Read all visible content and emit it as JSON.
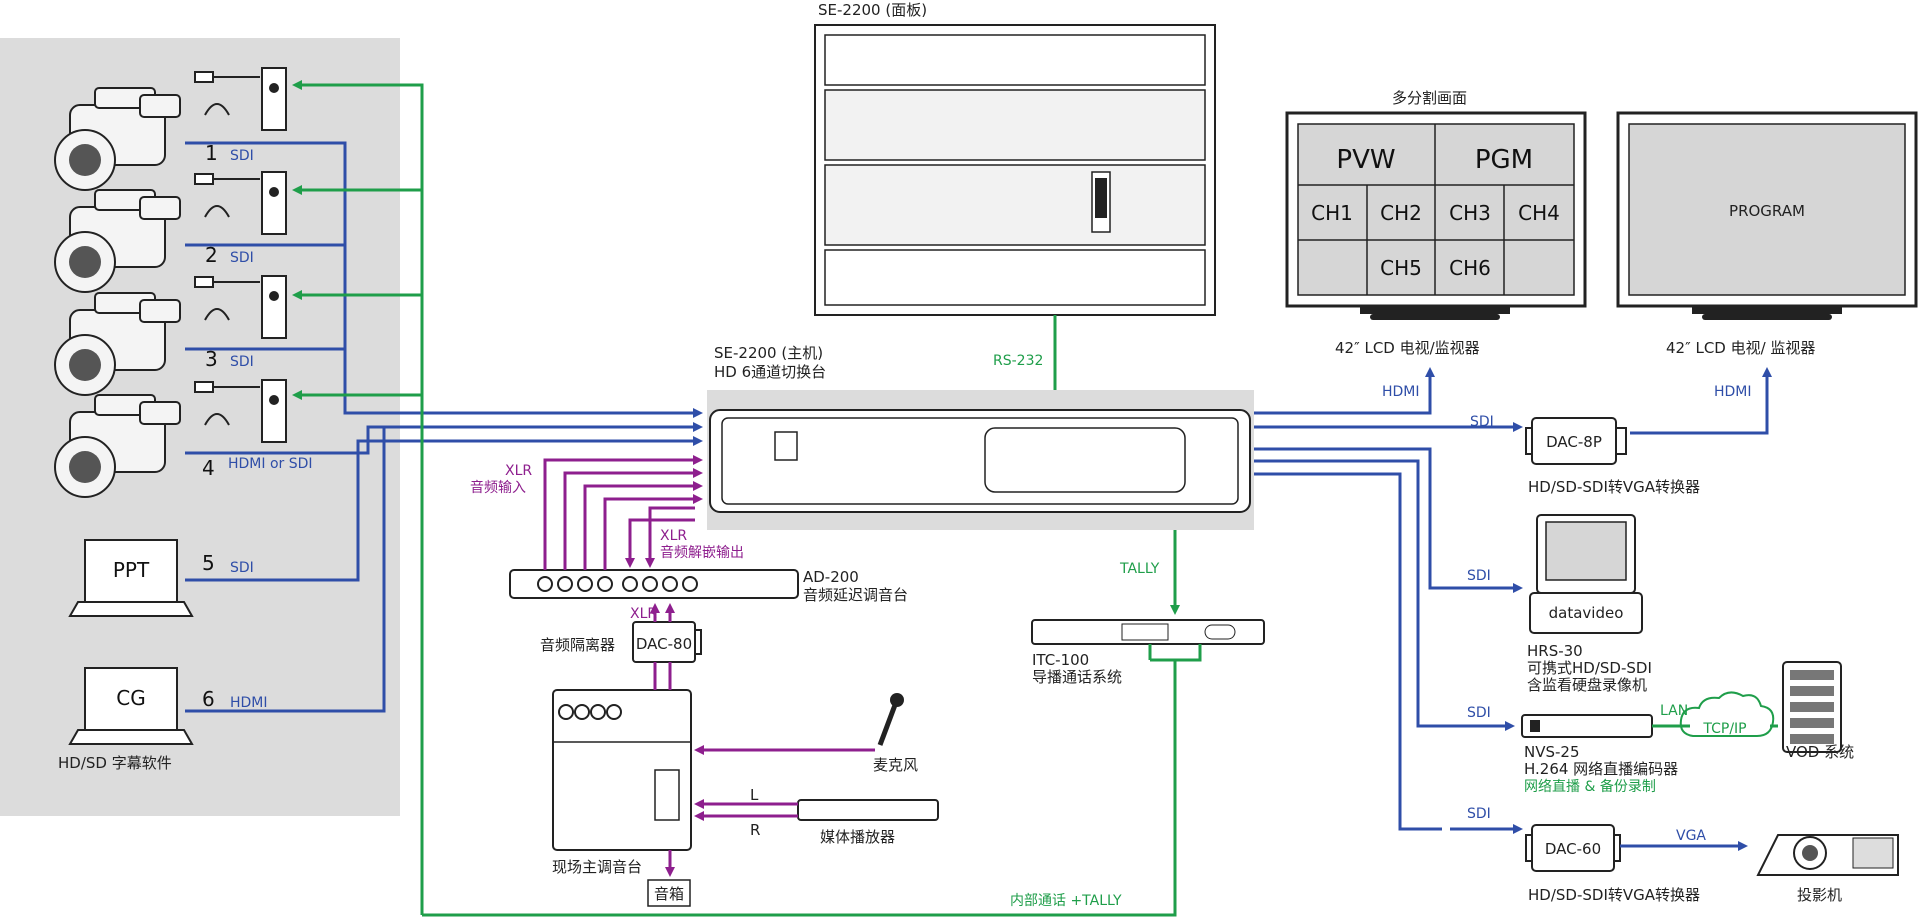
{
  "panel": {
    "title": "SE-2200 (面板)"
  },
  "main_unit": {
    "title": "SE-2200 (主机)",
    "subtitle": "HD 6通道切换台"
  },
  "multiview": {
    "title": "多分割画面",
    "cells": [
      "PVW",
      "PGM",
      "CH1",
      "CH2",
      "CH3",
      "CH4",
      "CH5",
      "CH6"
    ],
    "caption": "42″  LCD 电视/监视器"
  },
  "program_monitor": {
    "screen_text": "PROGRAM",
    "caption": "42″  LCD 电视/ 监视器"
  },
  "sources": [
    {
      "num": "1",
      "signal": "SDI"
    },
    {
      "num": "2",
      "signal": "SDI"
    },
    {
      "num": "3",
      "signal": "SDI"
    },
    {
      "num": "4",
      "signal": "HDMI or SDI"
    },
    {
      "num": "5",
      "signal": "SDI",
      "screen": "PPT"
    },
    {
      "num": "6",
      "signal": "HDMI",
      "screen": "CG",
      "caption": "HD/SD 字幕软件"
    }
  ],
  "links": {
    "rs232": "RS-232",
    "tally": "TALLY",
    "intercom_tally": "内部通话 +TALLY",
    "hdmi_a": "HDMI",
    "hdmi_b": "HDMI",
    "sdi_dac8p": "SDI",
    "sdi_hrs": "SDI",
    "sdi_nvs": "SDI",
    "sdi_dac60": "SDI",
    "lan": "LAN",
    "vga": "VGA",
    "xlr_in_1": "XLR",
    "xlr_in_2": "音频输入",
    "xlr_out_1": "XLR",
    "xlr_out_2": "音频解嵌输出",
    "xlr_small": "XLR",
    "l": "L",
    "r": "R"
  },
  "devices": {
    "dac8p": {
      "name": "DAC-8P",
      "caption": "HD/SD-SDI转VGA转换器"
    },
    "hrs30": {
      "line1": "HRS-30",
      "line2": "可携式HD/SD-SDI",
      "line3": "含监看硬盘录像机",
      "brand": "datavideo"
    },
    "nvs25": {
      "line1": "NVS-25",
      "line2": "H.264 网络直播编码器",
      "line3": "网络直播 & 备份录制"
    },
    "tcpip": {
      "label": "TCP/IP"
    },
    "vod": {
      "caption": "VOD 系统"
    },
    "dac60": {
      "name": "DAC-60",
      "caption": "HD/SD-SDI转VGA转换器"
    },
    "projector": {
      "caption": "投影机"
    },
    "itc100": {
      "line1": "ITC-100",
      "line2": "导播通话系统"
    },
    "ad200": {
      "line1": "AD-200",
      "line2": "音频延迟调音台"
    },
    "dac80": {
      "name": "DAC-80",
      "caption": "音频隔离器"
    },
    "mixer": {
      "caption": "现场主调音台"
    },
    "speaker": {
      "label": "音箱"
    },
    "mic": {
      "caption": "麦克风"
    },
    "player": {
      "caption": "媒体播放器"
    }
  },
  "colors": {
    "video": "#2f4ea8",
    "control": "#1f9e4a",
    "audio": "#8e1f8e",
    "source_panel": "#dcdcdc"
  }
}
